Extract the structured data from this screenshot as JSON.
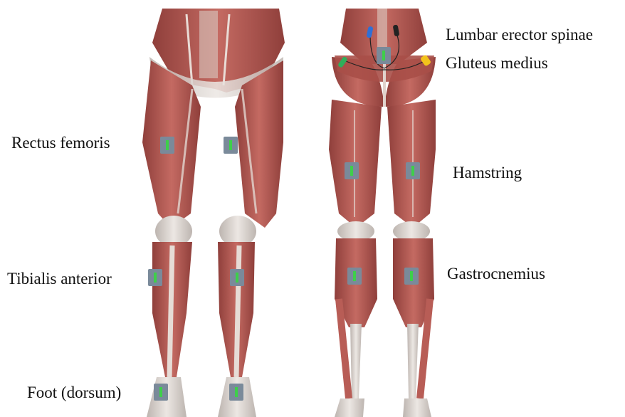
{
  "labels": {
    "rectus_femoris": "Rectus femoris",
    "tibialis_anterior": "Tibialis anterior",
    "foot_dorsum": "Foot (dorsum)",
    "lumbar_erector_spinae": "Lumbar erector spinae",
    "gluteus_medius": "Gluteus medius",
    "hamstring": "Hamstring",
    "gastrocnemius": "Gastrocnemius"
  },
  "colors": {
    "muscle": "#b55d56",
    "muscle_dark": "#8f3f3b",
    "tendon": "#dcd6d2",
    "sensor": "#7a8a9a",
    "sensor_led": "#3ecf4a",
    "electrode_blue": "#2f6fd6",
    "electrode_black": "#222222",
    "electrode_green": "#2fae5a",
    "electrode_yellow": "#f2c21b"
  },
  "views": [
    "front-view-legs",
    "back-view-legs"
  ]
}
